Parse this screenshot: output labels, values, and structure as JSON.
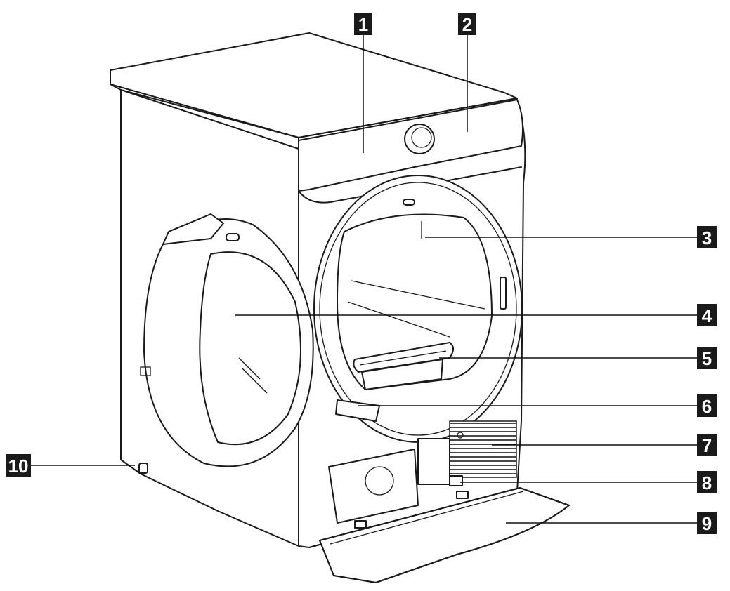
{
  "callouts": [
    {
      "label": "1"
    },
    {
      "label": "2"
    },
    {
      "label": "3"
    },
    {
      "label": "4"
    },
    {
      "label": "5"
    },
    {
      "label": "6"
    },
    {
      "label": "7"
    },
    {
      "label": "8"
    },
    {
      "label": "9"
    },
    {
      "label": "10"
    }
  ],
  "colors": {
    "line": "#1a1a1a",
    "callout_fill": "#1a1a1a",
    "callout_text": "#ffffff",
    "background": "#ffffff"
  }
}
